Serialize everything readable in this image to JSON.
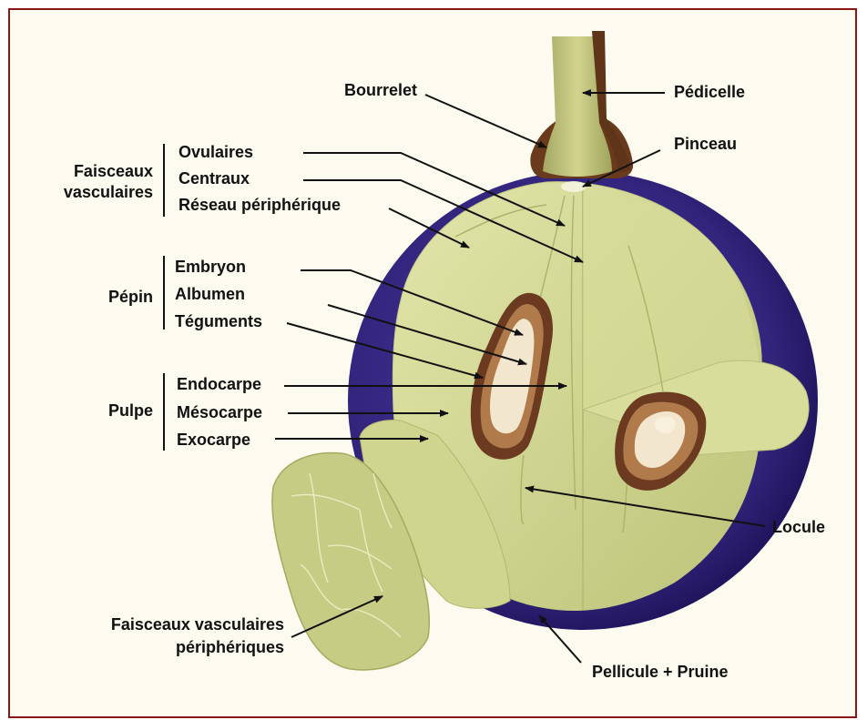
{
  "labels": {
    "bourrelet": "Bourrelet",
    "pedicelle": "Pédicelle",
    "pinceau": "Pinceau",
    "faisceaux_group": "Faisceaux vasculaires",
    "faisceaux_group_l1": "Faisceaux",
    "faisceaux_group_l2": "vasculaires",
    "ovulaires": "Ovulaires",
    "centraux": "Centraux",
    "reseau": "Réseau périphérique",
    "pepin_group": "Pépin",
    "embryon": "Embryon",
    "albumen": "Albumen",
    "teguments": "Téguments",
    "pulpe_group": "Pulpe",
    "endocarpe": "Endocarpe",
    "mesocarpe": "Mésocarpe",
    "exocarpe": "Exocarpe",
    "locule": "Locule",
    "faisceaux_peripheriques_l1": "Faisceaux vasculaires",
    "faisceaux_peripheriques_l2": "périphériques",
    "pellicule": "Pellicule + Pruine"
  },
  "colors": {
    "frame_border": "#8a1616",
    "background": "#fdfbf0",
    "skin_purple": "#3b2a86",
    "skin_dark": "#221460",
    "pulp": "#c9cf86",
    "pulp_light": "#dfe3a6",
    "pulp_shadow": "#a9ae63",
    "seed_brown": "#6b3a20",
    "seed_tan": "#b07a4a",
    "albumen": "#f3e6cf",
    "stem": "#b7ba74",
    "stem_dark": "#6a3a1c",
    "text": "#111111"
  }
}
